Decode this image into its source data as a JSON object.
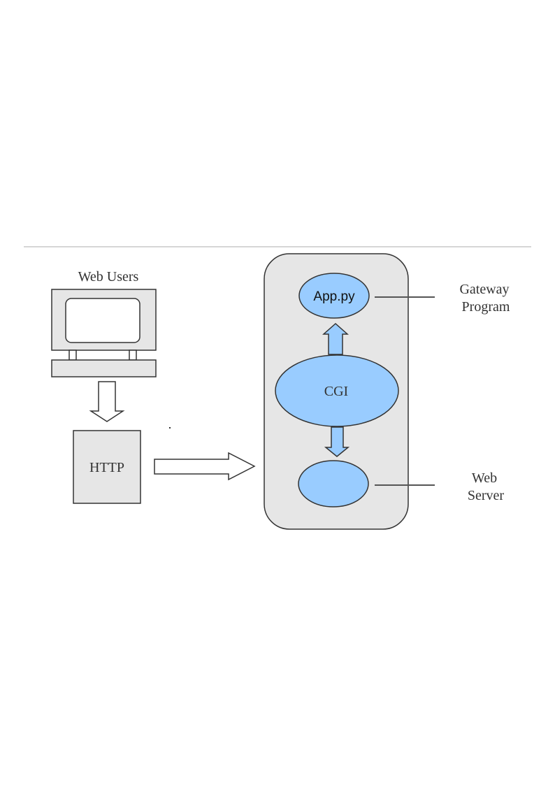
{
  "diagram": {
    "web_users_label": "Web Users",
    "http_label": "HTTP",
    "app_label": "App.py",
    "cgi_label": "CGI",
    "gateway_label_line1": "Gateway",
    "gateway_label_line2": "Program",
    "server_label_line1": "Web",
    "server_label_line2": "Server"
  },
  "colors": {
    "node_fill": "#99ccff",
    "box_fill": "#e6e6e6",
    "stroke": "#333333"
  }
}
